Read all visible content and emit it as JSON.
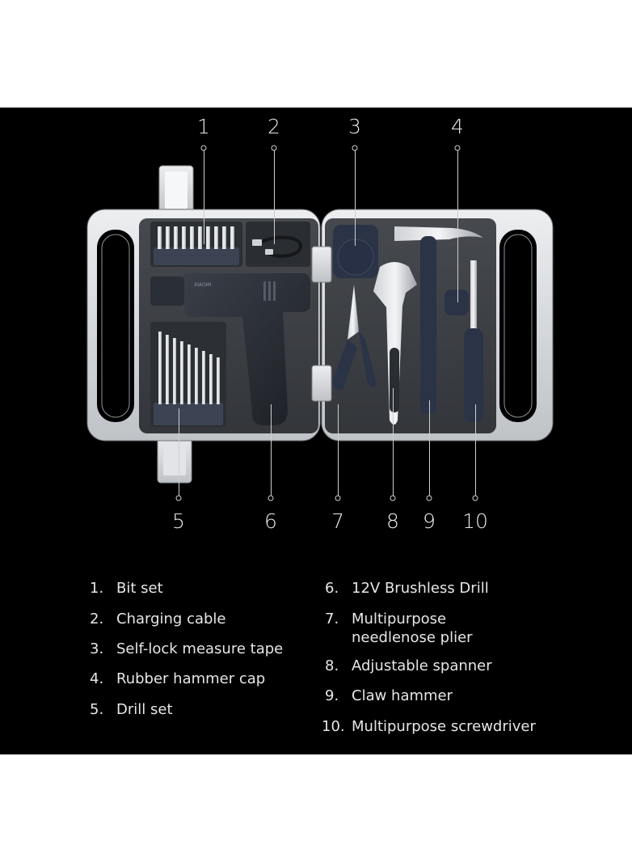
{
  "callouts": {
    "top": [
      "1",
      "2",
      "3",
      "4"
    ],
    "bottom": [
      "5",
      "6",
      "7",
      "8",
      "9",
      "10"
    ]
  },
  "drill_brand": "XIAOMI",
  "legend": {
    "left": [
      {
        "num": "1.",
        "text": "Bit set"
      },
      {
        "num": "2.",
        "text": "Charging cable"
      },
      {
        "num": "3.",
        "text": "Self-lock measure tape"
      },
      {
        "num": "4.",
        "text": "Rubber hammer cap"
      },
      {
        "num": "5.",
        "text": "Drill set"
      }
    ],
    "right": [
      {
        "num": "6.",
        "text": "12V Brushless Drill"
      },
      {
        "num": "7.",
        "text": "Multipurpose",
        "text2": "needlenose plier"
      },
      {
        "num": "8.",
        "text": "Adjustable spanner"
      },
      {
        "num": "9.",
        "text": "Claw hammer"
      },
      {
        "num": "10.",
        "text": "Multipurpose screwdriver"
      }
    ]
  },
  "colors": {
    "background": "#000000",
    "case_shell": "#d9dbde",
    "case_inner": "#3a3d42",
    "tool_navy": "#2b3346",
    "text": "#e6e6e6"
  }
}
